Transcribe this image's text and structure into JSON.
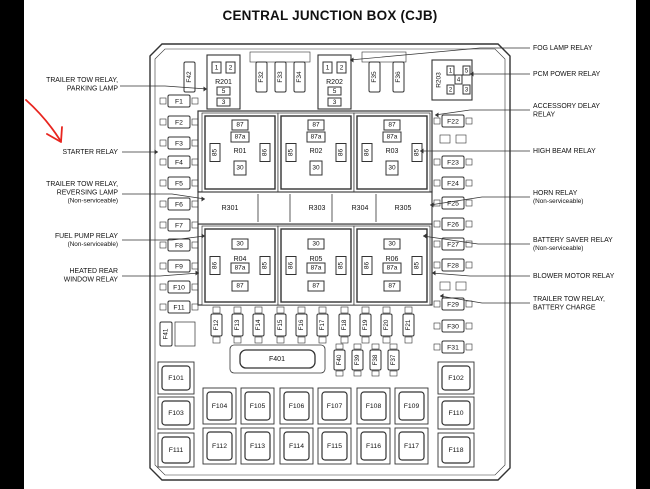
{
  "title": "CENTRAL JUNCTION BOX (CJB)",
  "colors": {
    "line": "#333333",
    "arrow": "#e8251f",
    "background": "#ffffff"
  },
  "left_labels": [
    {
      "key": "trailer_tow_parking",
      "lines": [
        "TRAILER TOW RELAY,",
        "PARKING LAMP"
      ]
    },
    {
      "key": "starter",
      "lines": [
        "STARTER RELAY"
      ]
    },
    {
      "key": "trailer_tow_reversing",
      "lines": [
        "TRAILER TOW RELAY,",
        "REVERSING LAMP",
        "(Non-serviceable)"
      ]
    },
    {
      "key": "fuel_pump",
      "lines": [
        "FUEL PUMP RELAY",
        "(Non-serviceable)"
      ]
    },
    {
      "key": "heated_rear_window",
      "lines": [
        "HEATED REAR",
        "WINDOW RELAY"
      ]
    }
  ],
  "right_labels": [
    {
      "key": "fog_lamp",
      "lines": [
        "FOG LAMP RELAY"
      ]
    },
    {
      "key": "pcm_power",
      "lines": [
        "PCM POWER RELAY"
      ]
    },
    {
      "key": "accessory_delay",
      "lines": [
        "ACCESSORY DELAY",
        "RELAY"
      ]
    },
    {
      "key": "high_beam",
      "lines": [
        "HIGH BEAM RELAY"
      ]
    },
    {
      "key": "horn",
      "lines": [
        "HORN RELAY",
        "(Non-serviceable)"
      ]
    },
    {
      "key": "battery_saver",
      "lines": [
        "BATTERY SAVER RELAY",
        "(Non-serviceable)"
      ]
    },
    {
      "key": "blower_motor",
      "lines": [
        "BLOWER MOTOR RELAY"
      ]
    },
    {
      "key": "trailer_tow_battery",
      "lines": [
        "TRAILER TOW RELAY,",
        "BATTERY CHARGE"
      ]
    }
  ],
  "mini_relays": [
    {
      "name": "R201",
      "pins": [
        "1",
        "2",
        "5",
        "3"
      ]
    },
    {
      "name": "R202",
      "pins": [
        "1",
        "2",
        "5",
        "3"
      ]
    },
    {
      "name": "R203",
      "pins": [
        "1",
        "2",
        "4",
        "5",
        "3"
      ]
    }
  ],
  "big_relays": [
    {
      "name": "R01",
      "top": "87",
      "sub": "87a",
      "left": "85",
      "right": "86",
      "bottom": "30"
    },
    {
      "name": "R02",
      "top": "87",
      "sub": "87a",
      "left": "85",
      "right": "86",
      "bottom": "30"
    },
    {
      "name": "R03",
      "top": "87",
      "sub": "87a",
      "left": "86",
      "right": "85",
      "bottom": "30"
    },
    {
      "name": "R04",
      "top": "30",
      "sub": "87a",
      "left": "86",
      "right": "85",
      "bottom": "87"
    },
    {
      "name": "R05",
      "top": "30",
      "sub": "87a",
      "left": "86",
      "right": "85",
      "bottom": "87"
    },
    {
      "name": "R06",
      "top": "30",
      "sub": "87a",
      "left": "86",
      "right": "85",
      "bottom": "87"
    }
  ],
  "middle_relays": [
    "R301",
    "R303",
    "R304",
    "R305"
  ],
  "left_fuses": [
    "F1",
    "F2",
    "F3",
    "F4",
    "F5",
    "F6",
    "F7",
    "F8",
    "F9",
    "F10",
    "F11"
  ],
  "right_fuses": [
    "F22",
    "F23",
    "F24",
    "F25",
    "F26",
    "F27",
    "F28",
    "F29",
    "F30",
    "F31"
  ],
  "top_fuses": [
    "F42",
    "F32",
    "F33",
    "F34",
    "F35",
    "F36"
  ],
  "vertical_fuses": [
    "F12",
    "F13",
    "F14",
    "F15",
    "F16",
    "F17",
    "F18",
    "F19",
    "F20",
    "F21"
  ],
  "lower_fuses": [
    "F41",
    "F40",
    "F39",
    "F38",
    "F37"
  ],
  "maxi_fuse": "F401",
  "cartridge_fuses": {
    "row1": [
      "F101",
      "F104",
      "F105",
      "F106",
      "F107",
      "F108",
      "F109",
      "F102"
    ],
    "row2": [
      "F103",
      "F110"
    ],
    "row3": [
      "F111",
      "F112",
      "F113",
      "F114",
      "F115",
      "F116",
      "F117",
      "F118"
    ]
  }
}
